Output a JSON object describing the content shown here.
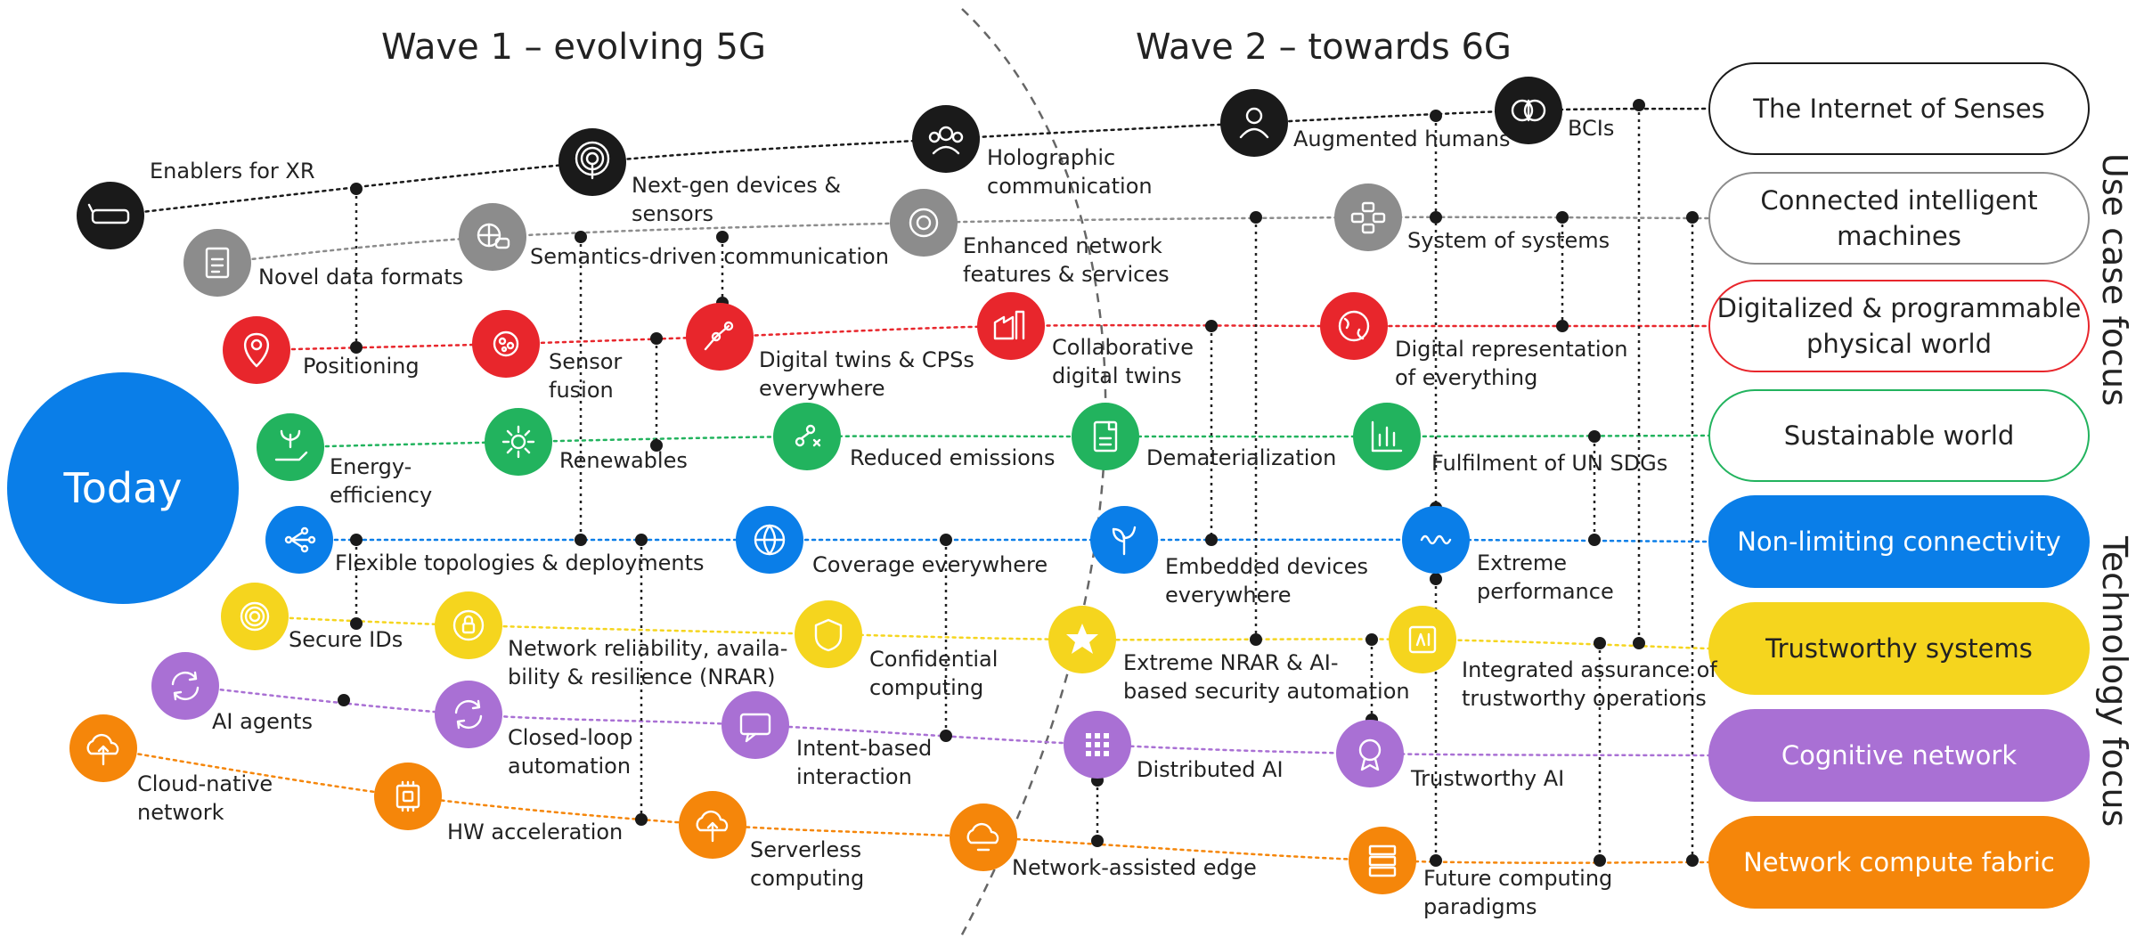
{
  "waves": {
    "wave1": "Wave 1 – evolving 5G",
    "wave2": "Wave 2 – towards 6G"
  },
  "today": "Today",
  "side_labels": {
    "use_case": "Use case focus",
    "technology": "Technology focus"
  },
  "colors": {
    "internet_of_senses": "#1a1a1a",
    "connected_machines": "#8c8c8c",
    "digitalized_world": "#e8262c",
    "sustainable": "#22b35e",
    "connectivity": "#0a7ee8",
    "trustworthy": "#f5d51e",
    "cognitive": "#a970d4",
    "compute": "#f5860a"
  },
  "focus_areas": [
    {
      "label": "The Internet of Senses",
      "color": "#1a1a1a",
      "style": "outline"
    },
    {
      "label": "Connected intelligent\nmachines",
      "color": "#8c8c8c",
      "style": "outline"
    },
    {
      "label": "Digitalized & programmable\nphysical world",
      "color": "#e8262c",
      "style": "outline"
    },
    {
      "label": "Sustainable world",
      "color": "#22b35e",
      "style": "outline"
    },
    {
      "label": "Non-limiting connectivity",
      "color": "#0a7ee8",
      "style": "filled"
    },
    {
      "label": "Trustworthy systems",
      "color": "#f5d51e",
      "style": "filled",
      "text": "#222222"
    },
    {
      "label": "Cognitive network",
      "color": "#a970d4",
      "style": "filled"
    },
    {
      "label": "Network compute fabric",
      "color": "#f5860a",
      "style": "filled"
    }
  ],
  "nodes": [
    {
      "id": "xr",
      "label": "Enablers for XR",
      "icon": "vr-glasses-icon",
      "color": "#1a1a1a"
    },
    {
      "id": "nextgen",
      "label": "Next-gen devices &\nsensors",
      "icon": "sensor-icon",
      "color": "#1a1a1a"
    },
    {
      "id": "holo",
      "label": "Holographic\ncommunication",
      "icon": "people-group-icon",
      "color": "#1a1a1a"
    },
    {
      "id": "augmented",
      "label": "Augmented humans",
      "icon": "person-icon",
      "color": "#1a1a1a"
    },
    {
      "id": "bci",
      "label": "BCIs",
      "icon": "brain-icon",
      "color": "#1a1a1a"
    },
    {
      "id": "formats",
      "label": "Novel data formats",
      "icon": "document-icon",
      "color": "#8c8c8c"
    },
    {
      "id": "semantics",
      "label": "Semantics-driven communication",
      "icon": "globe-chat-icon",
      "color": "#8c8c8c"
    },
    {
      "id": "enhanced",
      "label": "Enhanced network\nfeatures & services",
      "icon": "gear-icon",
      "color": "#8c8c8c"
    },
    {
      "id": "sos",
      "label": "System of systems",
      "icon": "network-blocks-icon",
      "color": "#8c8c8c"
    },
    {
      "id": "positioning",
      "label": "Positioning",
      "icon": "location-pin-icon",
      "color": "#e8262c"
    },
    {
      "id": "fusion",
      "label": "Sensor\nfusion",
      "icon": "fusion-icon",
      "color": "#e8262c"
    },
    {
      "id": "twins",
      "label": "Digital twins & CPSs\neverywhere",
      "icon": "robot-arm-icon",
      "color": "#e8262c"
    },
    {
      "id": "collab",
      "label": "Collaborative\ndigital twins",
      "icon": "factory-icon",
      "color": "#e8262c"
    },
    {
      "id": "digitalrep",
      "label": "Digital representation\nof everything",
      "icon": "earth-icon",
      "color": "#e8262c"
    },
    {
      "id": "energy",
      "label": "Energy-\nefficiency",
      "icon": "plant-hand-icon",
      "color": "#22b35e"
    },
    {
      "id": "renewables",
      "label": "Renewables",
      "icon": "sun-icon",
      "color": "#22b35e"
    },
    {
      "id": "emissions",
      "label": "Reduced emissions",
      "icon": "emissions-icon",
      "color": "#22b35e"
    },
    {
      "id": "dematerial",
      "label": "Dematerialization",
      "icon": "paper-icon",
      "color": "#22b35e"
    },
    {
      "id": "sdg",
      "label": "Fulfilment of UN SDGs",
      "icon": "bar-chart-icon",
      "color": "#22b35e"
    },
    {
      "id": "topologies",
      "label": "Flexible topologies & deployments",
      "icon": "topology-icon",
      "color": "#0a7ee8"
    },
    {
      "id": "coverage",
      "label": "Coverage everywhere",
      "icon": "globe-icon",
      "color": "#0a7ee8"
    },
    {
      "id": "embedded",
      "label": "Embedded devices\neverywhere",
      "icon": "sprout-icon",
      "color": "#0a7ee8"
    },
    {
      "id": "extreme",
      "label": "Extreme\nperformance",
      "icon": "wave-icon",
      "color": "#0a7ee8"
    },
    {
      "id": "secureids",
      "label": "Secure IDs",
      "icon": "fingerprint-icon",
      "color": "#f5d51e"
    },
    {
      "id": "nrar",
      "label": "Network reliability, availa-\nbility & resilience (NRAR)",
      "icon": "lock-cycle-icon",
      "color": "#f5d51e"
    },
    {
      "id": "confidential",
      "label": "Confidential\ncomputing",
      "icon": "shield-icon",
      "color": "#f5d51e"
    },
    {
      "id": "extremenrar",
      "label": "Extreme NRAR & AI-\nbased security automation",
      "icon": "star-icon",
      "color": "#f5d51e"
    },
    {
      "id": "assurance",
      "label": "Integrated assurance of\ntrustworthy operations",
      "icon": "ai-chip-icon",
      "color": "#f5d51e"
    },
    {
      "id": "aiagents",
      "label": "AI agents",
      "icon": "cycle-arrows-icon",
      "color": "#a970d4"
    },
    {
      "id": "closedloop",
      "label": "Closed-loop\nautomation",
      "icon": "loop-icon",
      "color": "#a970d4"
    },
    {
      "id": "intent",
      "label": "Intent-based\ninteraction",
      "icon": "chat-bubble-icon",
      "color": "#a970d4"
    },
    {
      "id": "distai",
      "label": "Distributed AI",
      "icon": "grid-dots-icon",
      "color": "#a970d4"
    },
    {
      "id": "trustai",
      "label": "Trustworthy AI",
      "icon": "award-icon",
      "color": "#a970d4"
    },
    {
      "id": "cloudnative",
      "label": "Cloud-native\nnetwork",
      "icon": "cloud-upload-icon",
      "color": "#f5860a"
    },
    {
      "id": "hwacc",
      "label": "HW acceleration",
      "icon": "chip-icon",
      "color": "#f5860a"
    },
    {
      "id": "serverless",
      "label": "Serverless\ncomputing",
      "icon": "cloud-download-icon",
      "color": "#f5860a"
    },
    {
      "id": "edge",
      "label": "Network-assisted edge",
      "icon": "cloud-edge-icon",
      "color": "#f5860a"
    },
    {
      "id": "futurecomp",
      "label": "Future computing\nparadigms",
      "icon": "server-icon",
      "color": "#f5860a"
    }
  ]
}
